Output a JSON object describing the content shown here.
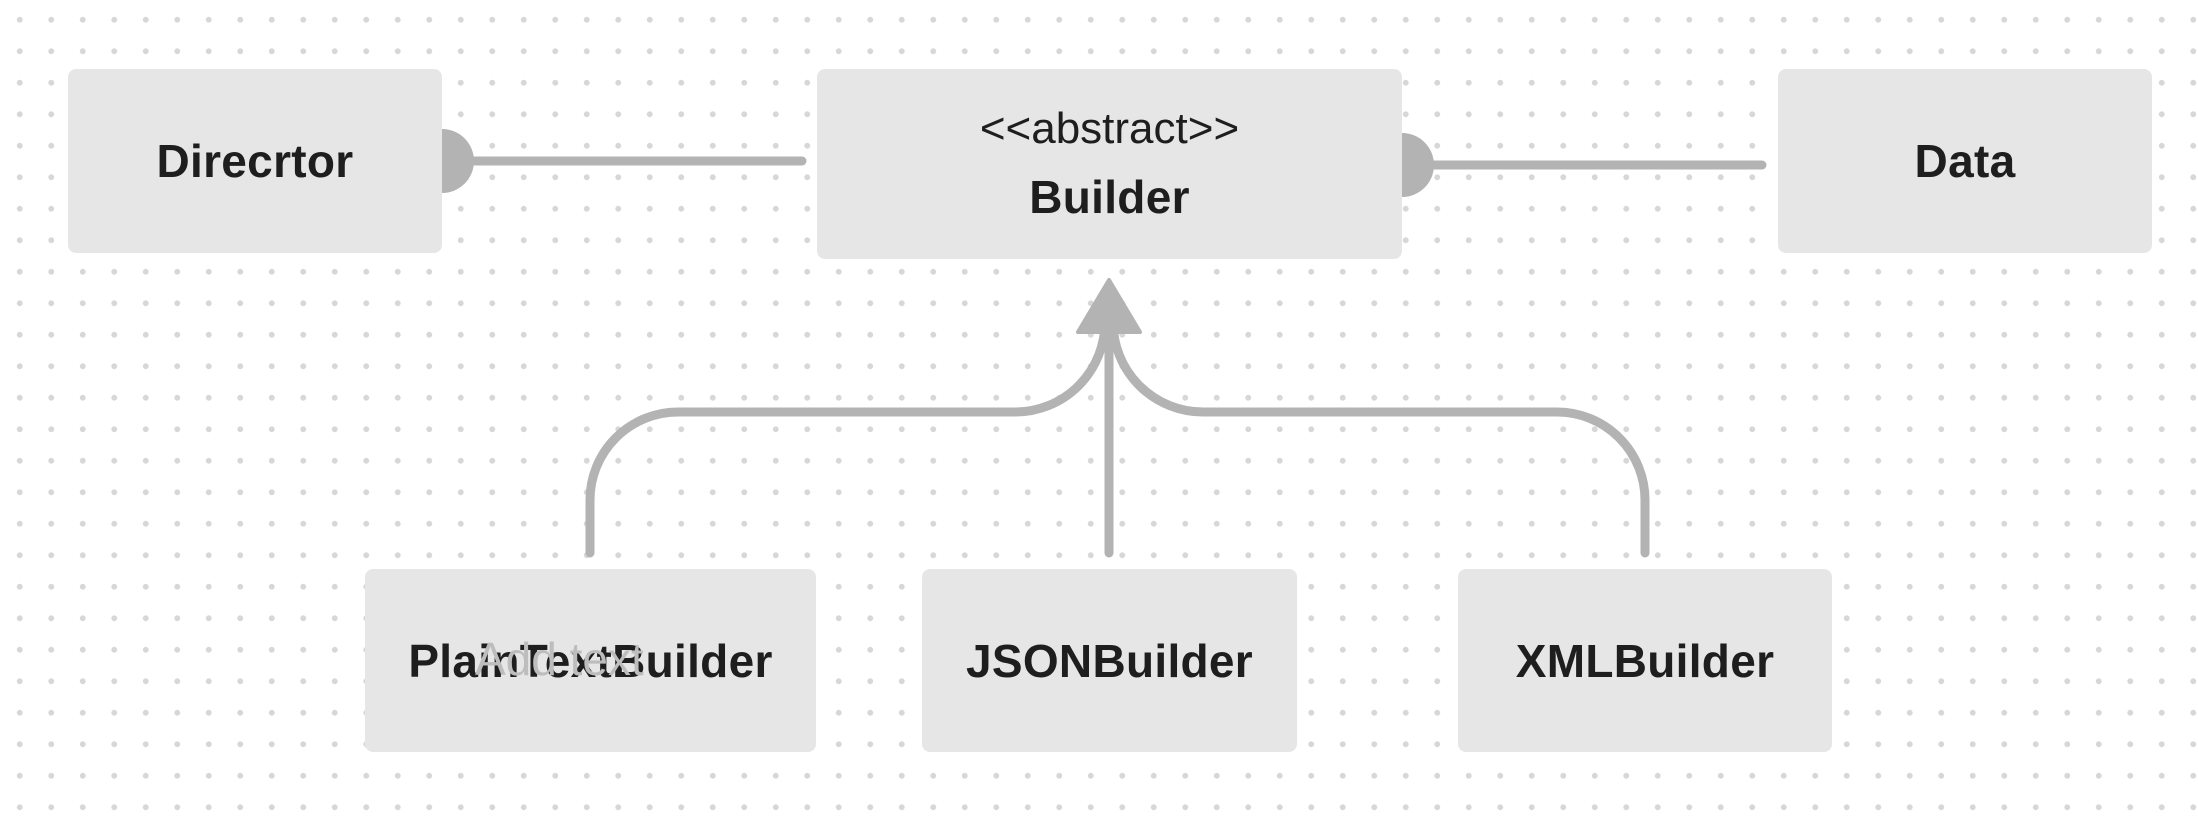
{
  "diagram": {
    "nodes": {
      "director": {
        "name": "Direcrtor"
      },
      "builder": {
        "stereotype": "<<abstract>>",
        "name": "Builder"
      },
      "data": {
        "name": "Data"
      },
      "plain_text_builder": {
        "name": "PlainTextBuilder"
      },
      "json_builder": {
        "name": "JSONBuilder"
      },
      "xml_builder": {
        "name": "XMLBuilder"
      }
    },
    "edges": [
      {
        "from": "director",
        "to": "builder",
        "type": "association",
        "end_marker": "filled-circle-at-source"
      },
      {
        "from": "builder",
        "to": "data",
        "type": "association",
        "end_marker": "filled-circle-at-source"
      },
      {
        "from": "plain_text_builder",
        "to": "builder",
        "type": "inheritance",
        "end_marker": "triangle-arrow"
      },
      {
        "from": "json_builder",
        "to": "builder",
        "type": "inheritance",
        "end_marker": "triangle-arrow"
      },
      {
        "from": "xml_builder",
        "to": "builder",
        "type": "inheritance",
        "end_marker": "triangle-arrow"
      }
    ],
    "ghost_text": "Add text",
    "colors": {
      "node_fill": "#e6e6e6",
      "text": "#1e1e1e",
      "connector": "#b3b3b3",
      "grid_dot": "#d7d7d7",
      "background": "#ffffff"
    }
  }
}
